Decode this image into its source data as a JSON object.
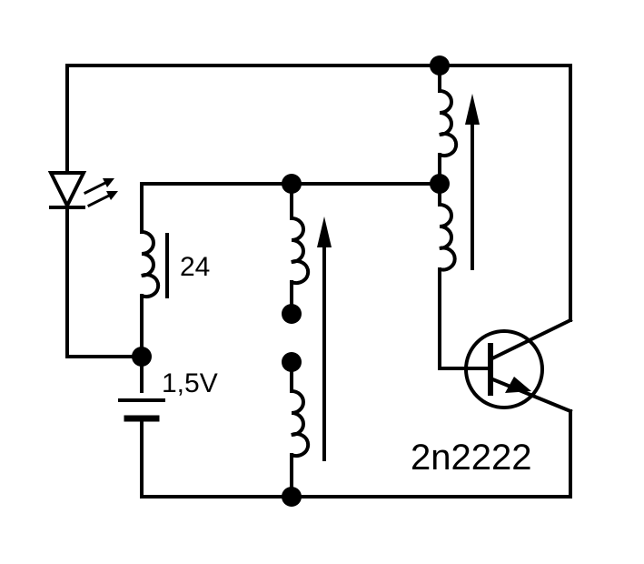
{
  "labels": {
    "coil_turns": "24",
    "battery_voltage": "1,5V",
    "transistor_part": "2n2222"
  },
  "colors": {
    "ink": "#000000",
    "background": "#ffffff"
  }
}
